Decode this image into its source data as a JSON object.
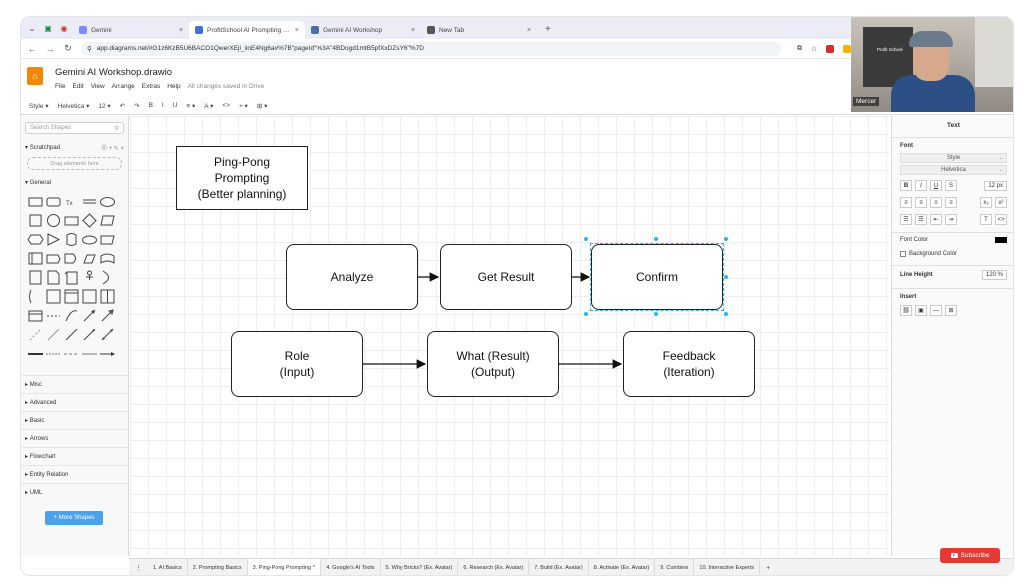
{
  "browser": {
    "tabs": [
      {
        "label": "Gemini",
        "color": "#7b8cff",
        "active": false
      },
      {
        "label": "ProfitSchool AI Prompting Guid",
        "color": "#3f6fd8",
        "active": true
      },
      {
        "label": "Gemini AI Workshop",
        "color": "#4a6fa5",
        "active": false
      },
      {
        "label": "New Tab",
        "color": "#555555",
        "active": false
      }
    ],
    "url": "app.diagrams.net/#G1z6KzB5U6BACO1QwerXEjl_iinE4Ng6a#%7B\"pageId\"%3A\"4BDogd1mtB5pfXxDZsY6\"%7D"
  },
  "app": {
    "title": "Gemini AI Workshop.drawio",
    "menu": [
      "File",
      "Edit",
      "View",
      "Arrange",
      "Extras",
      "Help"
    ],
    "saved_status": "All changes saved in Drive",
    "toolbar": [
      "Style ▾",
      "Helvetica ▾",
      "12 ▾",
      "↶",
      "↷",
      "B",
      "I",
      "U",
      "≡ ▾",
      "A ▾",
      "<>",
      "+ ▾",
      "⊞ ▾"
    ]
  },
  "left_panel": {
    "search_placeholder": "Search Shapes",
    "scratchpad": "Scratchpad",
    "scratchpad_tools": "⓪ + ✎ ×",
    "drag_hint": "Drag elements here",
    "general": "General",
    "categories": [
      "Misc",
      "Advanced",
      "Basic",
      "Arrows",
      "Flowchart",
      "Entity Relation",
      "UML"
    ],
    "more_shapes": "+ More Shapes"
  },
  "diagram": {
    "title_box": "Ping-Pong\nPrompting\n(Better planning)",
    "row1": [
      "Analyze",
      "Get Result",
      "Confirm"
    ],
    "row2": [
      "Role\n(Input)",
      "What (Result)\n(Output)",
      "Feedback\n(Iteration)"
    ]
  },
  "right_panel": {
    "header": "Text",
    "font_label": "Font",
    "style_select": "Style",
    "font_select": "Helvetica",
    "font_size": "12 px",
    "font_color": "Font Color",
    "background_color": "Background Color",
    "line_height_label": "Line Height",
    "line_height_value": "120 %",
    "insert_label": "Insert"
  },
  "pages": [
    "1. AI Basics",
    "2. Prompting Basics",
    "3. Ping-Pong Prompting ^",
    "4. Google's AI Tools",
    "5. Why Bricks? (Ex. Avatar)",
    "6. Research (Ex. Avatar)",
    "7. Build (Ex. Avatar)",
    "8. Activate (Ex. Avatar)",
    "9. Combine",
    "10. Interactive Experts"
  ],
  "webcam": {
    "name_tag": "Mercer",
    "brand": "Profit School"
  },
  "subscribe": "Subscribe"
}
